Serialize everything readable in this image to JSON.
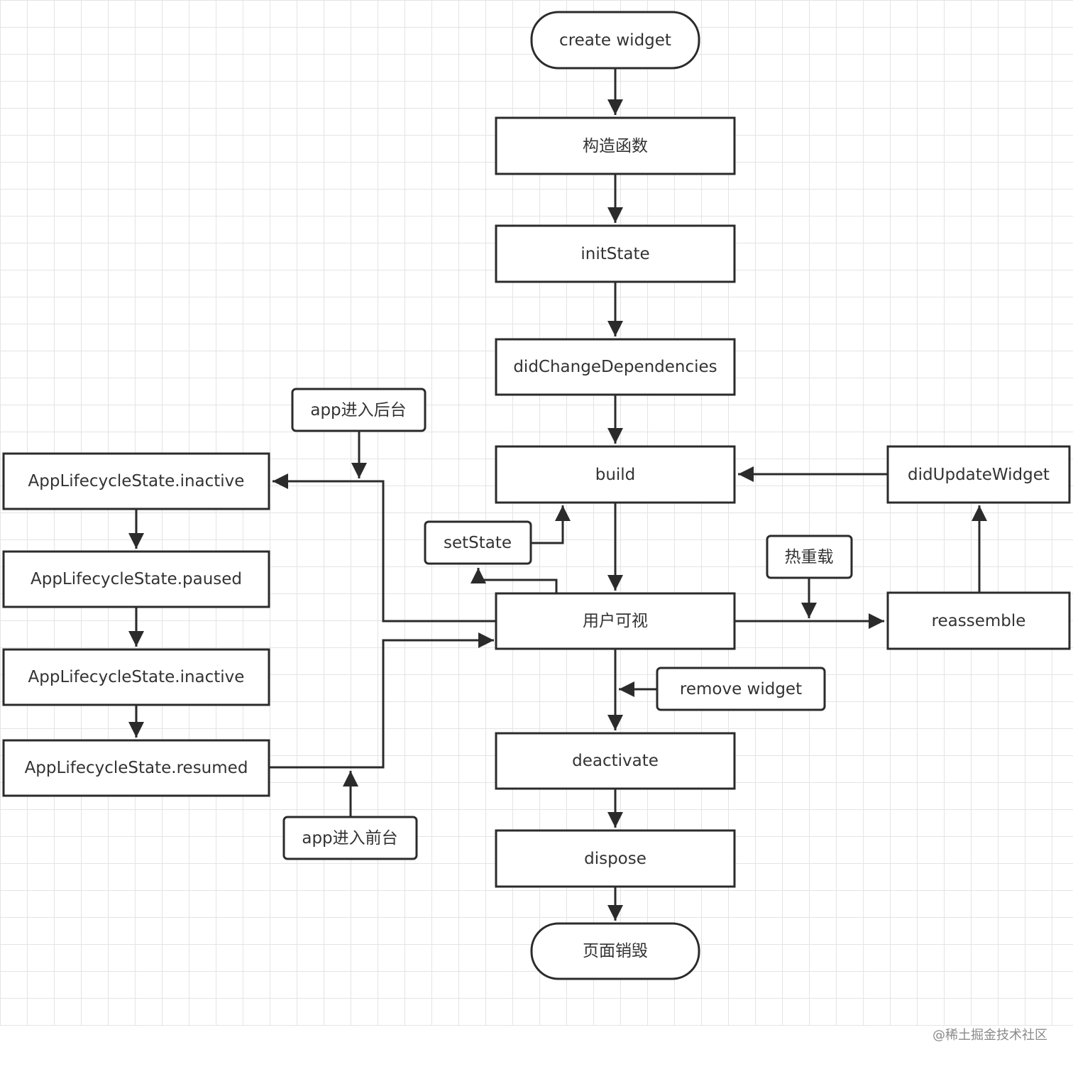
{
  "nodes": {
    "create_widget": "create widget",
    "constructor": "构造函数",
    "init_state": "initState",
    "did_change_dependencies": "didChangeDependencies",
    "build": "build",
    "did_update_widget": "didUpdateWidget",
    "set_state": "setState",
    "hot_reload": "热重载",
    "user_visible": "用户可视",
    "reassemble": "reassemble",
    "remove_widget": "remove widget",
    "deactivate": "deactivate",
    "dispose": "dispose",
    "page_destroyed": "页面销毁",
    "app_to_background": "app进入后台",
    "app_to_foreground": "app进入前台",
    "lifecycle_inactive_1": "AppLifecycleState.inactive",
    "lifecycle_paused": "AppLifecycleState.paused",
    "lifecycle_inactive_2": "AppLifecycleState.inactive",
    "lifecycle_resumed": "AppLifecycleState.resumed"
  },
  "watermark": "@稀土掘金技术社区",
  "colors": {
    "stroke": "#2b2b2b",
    "text": "#333333",
    "grid": "#e4e4e4",
    "watermark": "#8a8a8a"
  }
}
